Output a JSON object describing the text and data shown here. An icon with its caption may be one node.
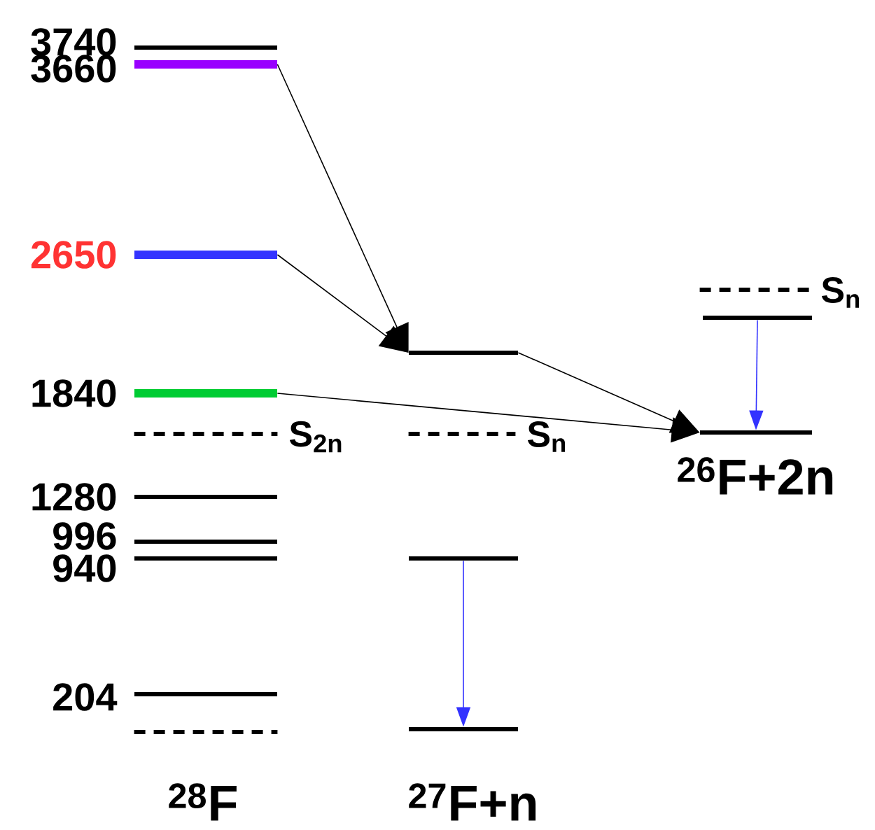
{
  "diagram": {
    "nodes": [
      {
        "text": [
          "3740"
        ]
      },
      {
        "text": [
          "3660"
        ]
      },
      {
        "text": [
          "2650"
        ]
      },
      {
        "text": [
          "1840"
        ]
      },
      {
        "text": [
          "S$_{2n}$"
        ]
      },
      {
        "text": [
          "1280"
        ]
      },
      {
        "text": [
          "996"
        ]
      },
      {
        "text": [
          "940"
        ]
      },
      {
        "text": [
          "204"
        ]
      },
      {
        "text": [],
        "shape": "bar"
      },
      {
        "text": [],
        "shape": "bar"
      },
      {
        "text": [
          "S$_{n}$"
        ]
      },
      {
        "text": [],
        "shape": "bar"
      },
      {
        "text": [],
        "shape": "bar"
      },
      {
        "text": [
          "S$_{n}$"
        ]
      },
      {
        "text": [],
        "shape": "bar"
      },
      {
        "text": [],
        "shape": "bar"
      }
    ],
    "edges": [
      {
        "from": 1,
        "to": 10,
        "arrow": "to"
      },
      {
        "from": 2,
        "to": 10,
        "arrow": "to"
      },
      {
        "from": 10,
        "to": 16,
        "arrow": "to"
      },
      {
        "from": 3,
        "to": 16,
        "arrow": "to"
      },
      {
        "from": 15,
        "to": 16,
        "arrow": "to",
        "color": "#3333ff"
      },
      {
        "from": 12,
        "to": 13,
        "arrow": "to",
        "color": "#3333ff"
      }
    ],
    "labels": [
      "$^{28}$F",
      "$^{27}$F+n",
      "$^{26}$F+2n"
    ]
  }
}
